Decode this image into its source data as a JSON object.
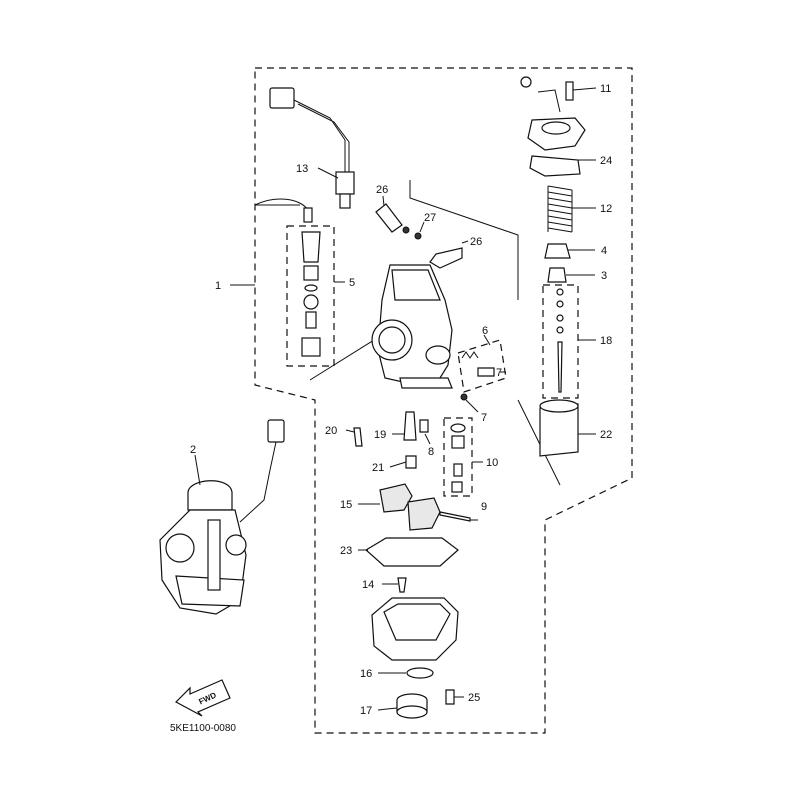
{
  "diagram": {
    "callouts": [
      "1",
      "2",
      "3",
      "4",
      "5",
      "6",
      "7",
      "7",
      "8",
      "9",
      "10",
      "11",
      "12",
      "13",
      "14",
      "15",
      "16",
      "17",
      "18",
      "19",
      "20",
      "21",
      "22",
      "23",
      "24",
      "25",
      "26",
      "26",
      "27"
    ],
    "fwd_label": "FWD",
    "drawing_code": "5KE1100-0080"
  }
}
